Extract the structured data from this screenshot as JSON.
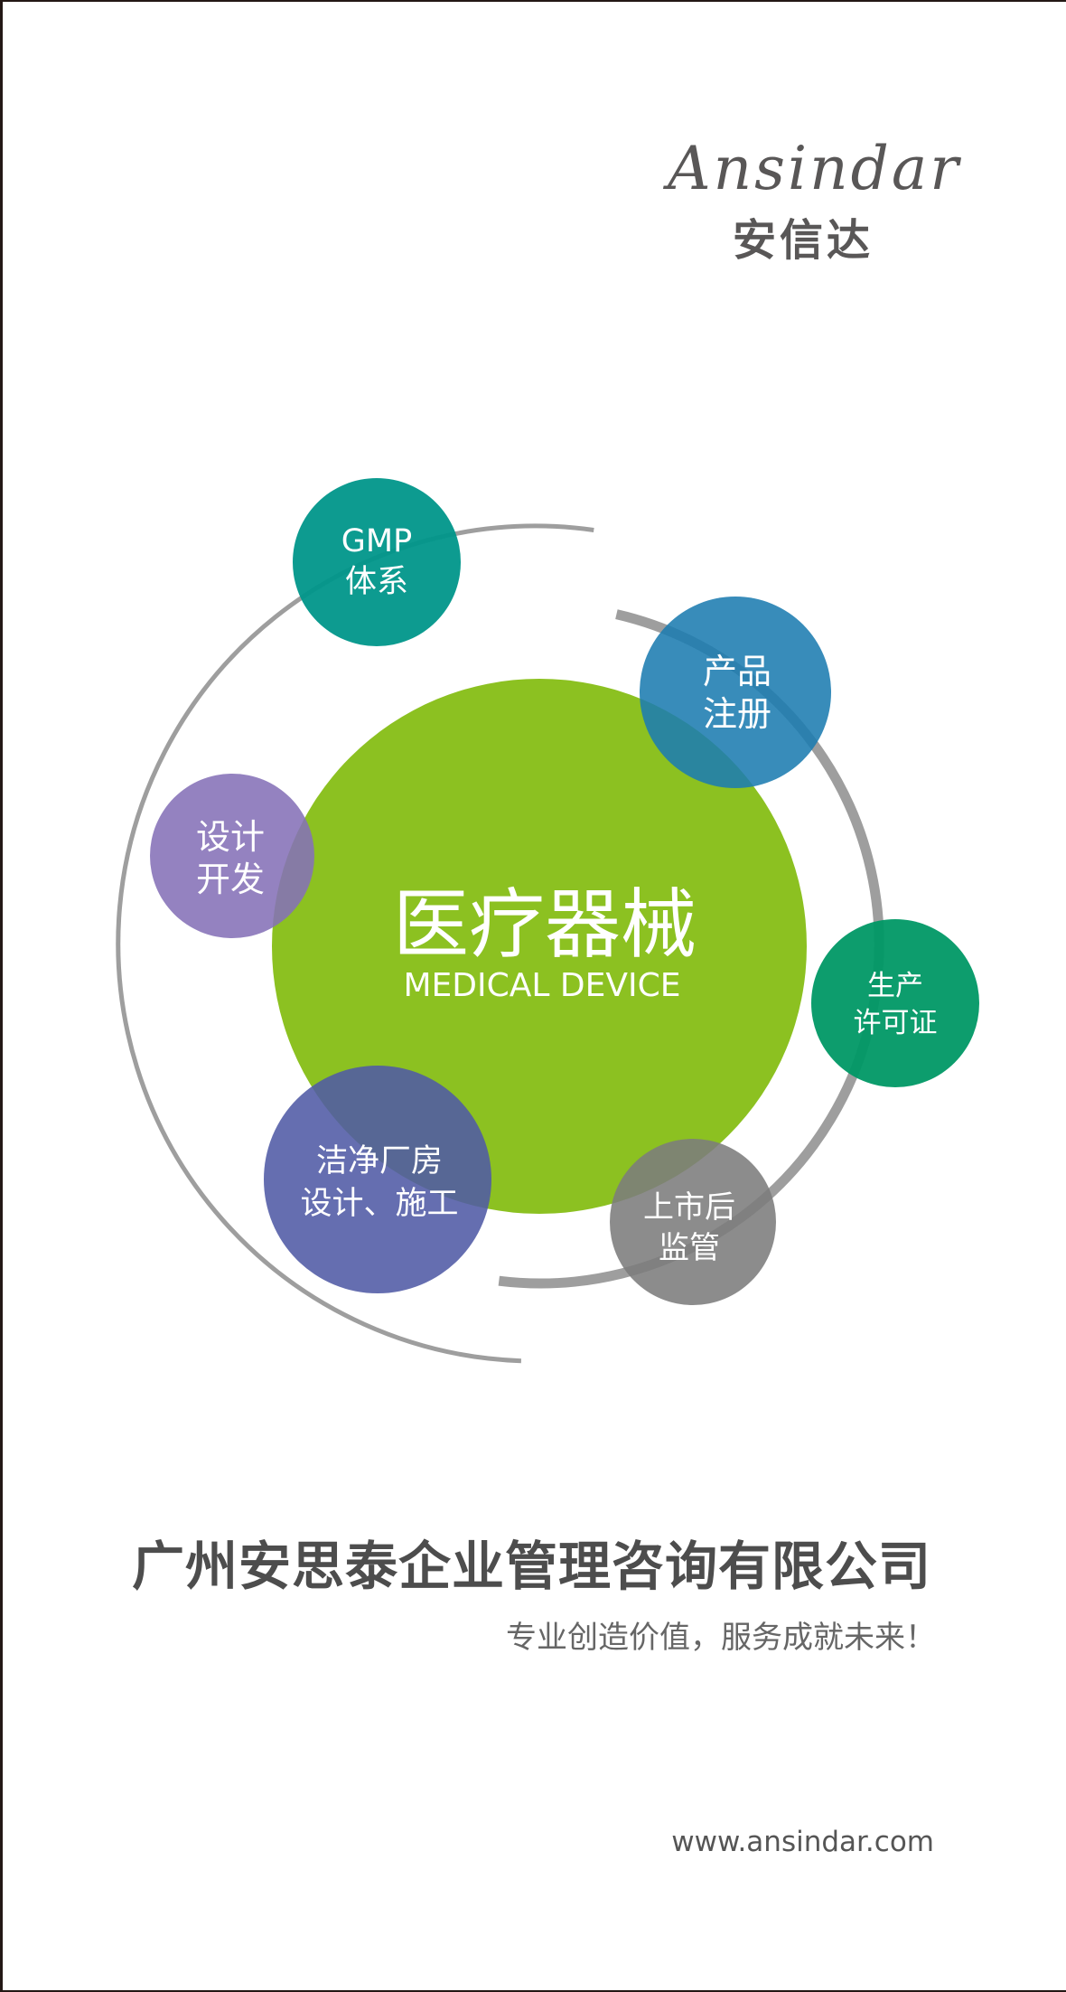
{
  "brand": {
    "english": "Ansindar",
    "chinese": "安信达"
  },
  "diagram": {
    "center": {
      "title_cn": "医疗器械",
      "title_en": "MEDICAL DEVICE",
      "color": "#8cc121"
    },
    "circles": [
      {
        "id": "gmp",
        "lines": [
          "GMP",
          "体系"
        ],
        "color": "#00968a"
      },
      {
        "id": "registration",
        "lines": [
          "产品",
          "注册"
        ],
        "color": "#1d7cb0"
      },
      {
        "id": "design",
        "lines": [
          "设计",
          "开发"
        ],
        "color": "#8571b7"
      },
      {
        "id": "license",
        "lines": [
          "生产",
          "许可证"
        ],
        "color": "#009865"
      },
      {
        "id": "cleanroom",
        "lines": [
          "洁净厂房",
          "设计、施工"
        ],
        "color": "#505aa5"
      },
      {
        "id": "postmarket",
        "lines": [
          "上市后",
          "监管"
        ],
        "color": "#7c7c7c"
      }
    ],
    "ring_color": "#9e9e9e"
  },
  "footer": {
    "company": "广州安思泰企业管理咨询有限公司",
    "slogan": "专业创造价值，服务成就未来！",
    "website": "www.ansindar.com"
  }
}
